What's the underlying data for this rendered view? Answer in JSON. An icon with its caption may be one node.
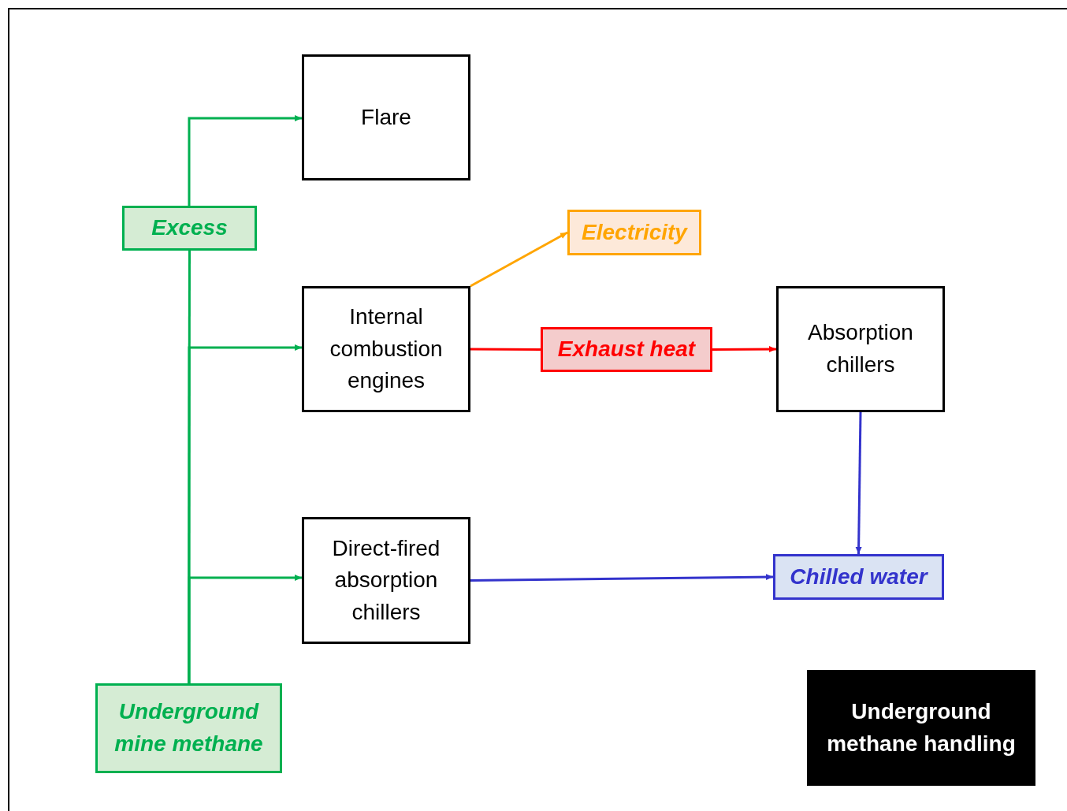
{
  "diagram": {
    "nodes": [
      {
        "text": [
          "Flare"
        ]
      },
      {
        "text": [
          "Excess"
        ]
      },
      {
        "text": [
          "Electricity"
        ]
      },
      {
        "text": [
          "Internal combustion engines"
        ]
      },
      {
        "text": [
          "Exhaust heat"
        ]
      },
      {
        "text": [
          "Absorption chillers"
        ]
      },
      {
        "text": [
          "Direct-fired absorption chillers"
        ]
      },
      {
        "text": [
          "Chilled water"
        ]
      },
      {
        "text": [
          "Underground mine methane"
        ]
      },
      {
        "text": [
          "Underground methane handling"
        ]
      }
    ],
    "edges": [
      {
        "from": 8,
        "to": 1,
        "arrow": "none",
        "color": "#00b050"
      },
      {
        "from": 1,
        "to": 0,
        "arrow": "to",
        "color": "#00b050"
      },
      {
        "from": 8,
        "to": 3,
        "arrow": "to",
        "color": "#00b050"
      },
      {
        "from": 8,
        "to": 6,
        "arrow": "to",
        "color": "#00b050"
      },
      {
        "from": 3,
        "to": 2,
        "arrow": "to",
        "color": "#ffa500"
      },
      {
        "from": 3,
        "to": 4,
        "arrow": "none",
        "color": "#ff0000"
      },
      {
        "from": 4,
        "to": 5,
        "arrow": "to",
        "color": "#ff0000"
      },
      {
        "from": 5,
        "to": 7,
        "arrow": "to",
        "color": "#3333cc"
      },
      {
        "from": 6,
        "to": 7,
        "arrow": "to",
        "color": "#3333cc"
      }
    ]
  }
}
